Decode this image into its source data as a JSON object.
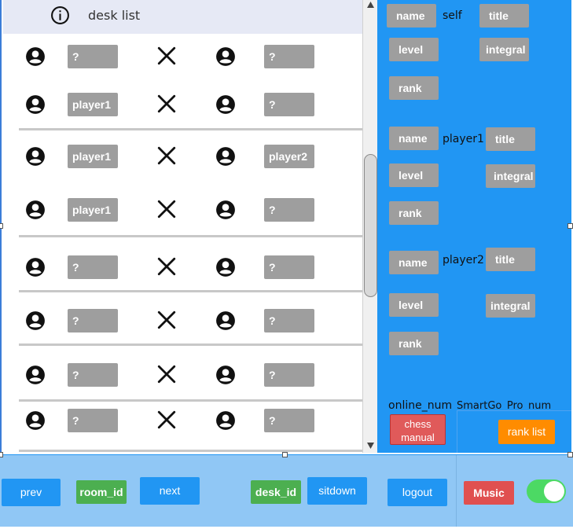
{
  "header": {
    "title": "desk list"
  },
  "rows": [
    {
      "left": "?",
      "right": "?"
    },
    {
      "left": "player1",
      "right": "?"
    },
    {
      "left": "player1",
      "right": "player2"
    },
    {
      "left": "player1",
      "right": "?"
    },
    {
      "left": "?",
      "right": "?"
    },
    {
      "left": "?",
      "right": "?"
    },
    {
      "left": "?",
      "right": "?"
    },
    {
      "left": "?",
      "right": "?"
    }
  ],
  "panel": {
    "self": {
      "label": "self",
      "name": "name",
      "title": "title",
      "level": "level",
      "integral": "integral",
      "rank": "rank"
    },
    "player1": {
      "label": "player1",
      "name": "name",
      "title": "title",
      "level": "level",
      "integral": "integral",
      "rank": "rank"
    },
    "player2": {
      "label": "player2",
      "name": "name",
      "title": "title",
      "level": "level",
      "integral": "integral",
      "rank": "rank"
    },
    "online_num": "online_num",
    "sgpn": "SmartGo_Pro_num",
    "chess_manual": "chess manual",
    "rank_list": "rank list"
  },
  "bottom": {
    "prev": "prev",
    "room_id": "room_id",
    "next": "next",
    "desk_id": "desk_id",
    "sitdown": "sitdown",
    "logout": "logout",
    "music": "Music"
  },
  "colors": {
    "panel_blue": "#2196f3",
    "bottom_bar": "#90c7f5",
    "grey_button": "#9e9e9e",
    "toggle_on": "#4cd964"
  },
  "toggle_on": true
}
